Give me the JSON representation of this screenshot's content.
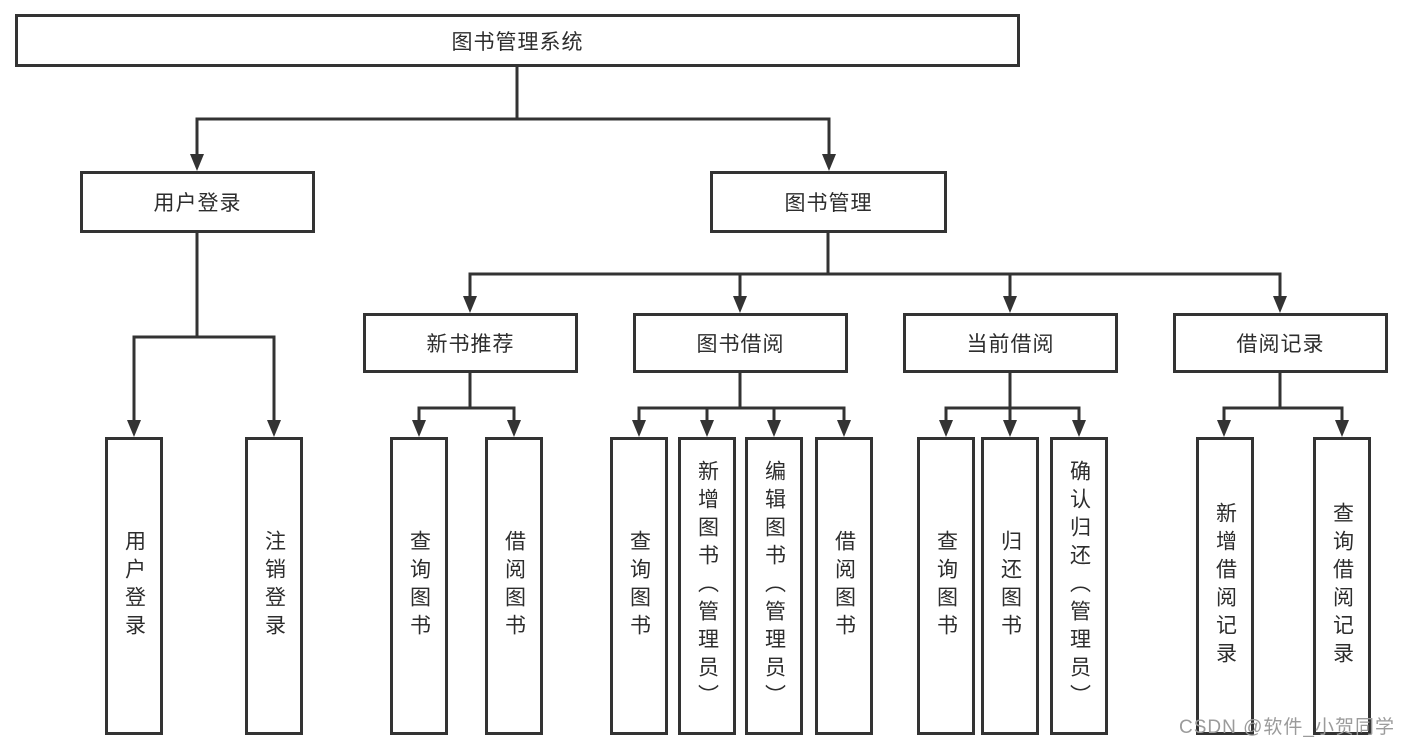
{
  "diagram": {
    "root": {
      "label": "图书管理系统"
    },
    "branches": [
      {
        "label": "用户登录",
        "children": [
          {
            "label": "用户登录"
          },
          {
            "label": "注销登录"
          }
        ]
      },
      {
        "label": "图书管理",
        "children": [
          {
            "label": "新书推荐",
            "children": [
              {
                "label": "查询图书"
              },
              {
                "label": "借阅图书"
              }
            ]
          },
          {
            "label": "图书借阅",
            "children": [
              {
                "label": "查询图书"
              },
              {
                "label": "新增图书（管理员）"
              },
              {
                "label": "编辑图书（管理员）"
              },
              {
                "label": "借阅图书"
              }
            ]
          },
          {
            "label": "当前借阅",
            "children": [
              {
                "label": "查询图书"
              },
              {
                "label": "归还图书"
              },
              {
                "label": "确认归还（管理员）"
              }
            ]
          },
          {
            "label": "借阅记录",
            "children": [
              {
                "label": "新增借阅记录"
              },
              {
                "label": "查询借阅记录"
              }
            ]
          }
        ]
      }
    ],
    "watermark": "CSDN @软件_小贺同学",
    "colors": {
      "line": "#333333",
      "box_border": "#333333",
      "text": "#2d2d2d",
      "watermark": "#9b9b9b",
      "background": "#ffffff"
    }
  }
}
